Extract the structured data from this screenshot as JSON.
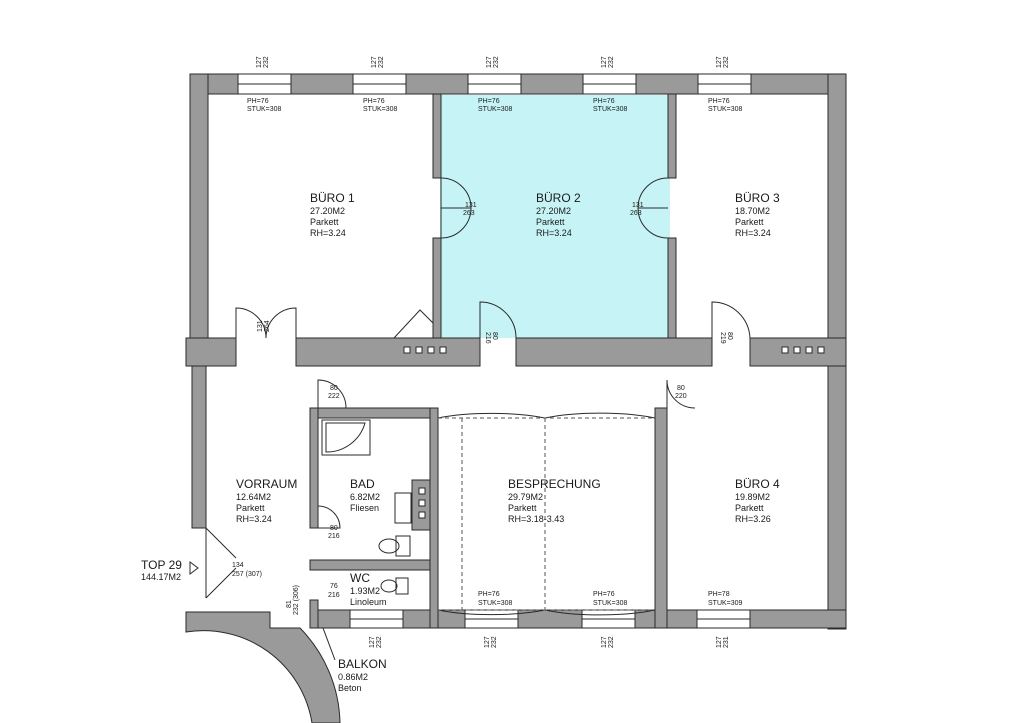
{
  "plan": {
    "highlight_color": "#c6f4f6",
    "entrance": {
      "label": "TOP 29",
      "area": "144.17M2"
    },
    "rooms": [
      {
        "id": "buero1",
        "name": "BÜRO 1",
        "area": "27.20M2",
        "floor": "Parkett",
        "height": "RH=3.24"
      },
      {
        "id": "buero2",
        "name": "BÜRO 2",
        "area": "27.20M2",
        "floor": "Parkett",
        "height": "RH=3.24"
      },
      {
        "id": "buero3",
        "name": "BÜRO 3",
        "area": "18.70M2",
        "floor": "Parkett",
        "height": "RH=3.24"
      },
      {
        "id": "vorraum",
        "name": "VORRAUM",
        "area": "12.64M2",
        "floor": "Parkett",
        "height": "RH=3.24"
      },
      {
        "id": "bad",
        "name": "BAD",
        "area": "6.82M2",
        "floor": "Fliesen"
      },
      {
        "id": "besprechung",
        "name": "BESPRECHUNG",
        "area": "29.79M2",
        "floor": "Parkett",
        "height": "RH=3.18-3.43"
      },
      {
        "id": "buero4",
        "name": "BÜRO 4",
        "area": "19.89M2",
        "floor": "Parkett",
        "height": "RH=3.26"
      },
      {
        "id": "wc",
        "name": "WC",
        "area": "1.93M2",
        "floor": "Linoleum"
      },
      {
        "id": "balkon",
        "name": "BALKON",
        "area": "0.86M2",
        "floor": "Beton"
      }
    ],
    "windows_top": [
      {
        "w": "127",
        "h": "232",
        "ph": "PH=76",
        "stuk": "STUK=308"
      },
      {
        "w": "127",
        "h": "232",
        "ph": "PH=76",
        "stuk": "STUK=308"
      },
      {
        "w": "127",
        "h": "232",
        "ph": "PH=76",
        "stuk": "STUK=308"
      },
      {
        "w": "127",
        "h": "232",
        "ph": "PH=76",
        "stuk": "STUK=308"
      },
      {
        "w": "127",
        "h": "232",
        "ph": "PH=76",
        "stuk": "STUK=308"
      }
    ],
    "windows_bottom": [
      {
        "w": "127",
        "h": "232"
      },
      {
        "w": "127",
        "h": "232"
      },
      {
        "w": "127",
        "h": "232"
      },
      {
        "w": "127",
        "h": "231"
      }
    ],
    "sill_bottom": [
      {
        "ph": "PH=76",
        "stuk": "STUK=308"
      },
      {
        "ph": "PH=76",
        "stuk": "STUK=308"
      },
      {
        "ph": "PH=78",
        "stuk": "STUK=309"
      }
    ],
    "doors": {
      "d1": {
        "w": "131",
        "h": "263"
      },
      "d2": {
        "w": "131",
        "h": "263"
      },
      "d3": {
        "w": "131",
        "h": "264"
      },
      "d4": {
        "w": "80",
        "h": "216"
      },
      "d5": {
        "w": "80",
        "h": "219"
      },
      "d6": {
        "w": "80",
        "h": "222"
      },
      "d7": {
        "w": "80",
        "h": "220"
      },
      "d8": {
        "w": "80",
        "h": "216"
      },
      "d9": {
        "w": "76",
        "h": "216"
      },
      "d10": {
        "w": "134",
        "h": "257 (307)"
      },
      "d11": {
        "w": "81",
        "h": "232 (306)"
      }
    }
  }
}
